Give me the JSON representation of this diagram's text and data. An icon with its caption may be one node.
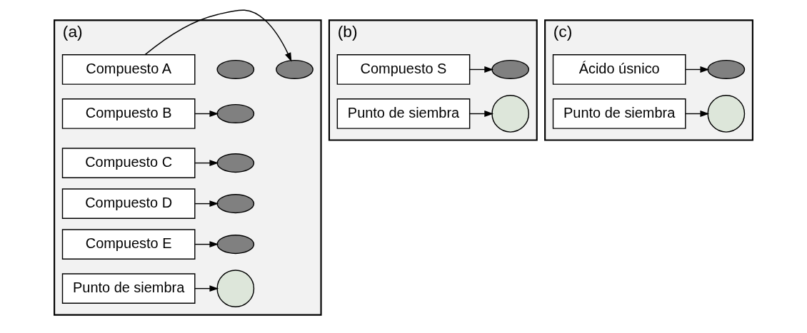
{
  "diagram": {
    "nodes": [
      {
        "text": [
          "(a)"
        ]
      },
      {
        "text": [
          "Compuesto A"
        ],
        "in": 0
      },
      {
        "text": [],
        "shape": "ellipse",
        "in": 0
      },
      {
        "text": [
          "Compuesto B"
        ],
        "in": 0
      },
      {
        "text": [],
        "shape": "ellipse",
        "in": 0
      },
      {
        "text": [],
        "shape": "ellipse",
        "in": 0
      },
      {
        "text": [
          "Compuesto C"
        ],
        "in": 0
      },
      {
        "text": [],
        "shape": "ellipse",
        "in": 0
      },
      {
        "text": [
          "Compuesto D"
        ],
        "in": 0
      },
      {
        "text": [],
        "shape": "ellipse",
        "in": 0
      },
      {
        "text": [
          "Compuesto E"
        ],
        "in": 0
      },
      {
        "text": [],
        "shape": "ellipse",
        "in": 0
      },
      {
        "text": [
          "Punto de siembra"
        ],
        "in": 0
      },
      {
        "text": [],
        "shape": "circle",
        "in": 0
      },
      {
        "text": [
          "(b)"
        ]
      },
      {
        "text": [
          "Compuesto S"
        ],
        "in": 14
      },
      {
        "text": [],
        "shape": "ellipse",
        "in": 14
      },
      {
        "text": [
          "Punto de siembra"
        ],
        "in": 14
      },
      {
        "text": [],
        "shape": "circle",
        "in": 14
      },
      {
        "text": [
          "(c)"
        ]
      },
      {
        "text": [
          "Ácido úsnico"
        ],
        "in": 19
      },
      {
        "text": [],
        "shape": "ellipse",
        "in": 19
      },
      {
        "text": [
          "Punto de siembra"
        ],
        "in": 19
      },
      {
        "text": [],
        "shape": "circle",
        "in": 19
      }
    ],
    "edges": [
      {
        "from": 1,
        "to": 2,
        "arrow": "to"
      },
      {
        "from": 3,
        "to": 5,
        "arrow": "to"
      },
      {
        "from": 6,
        "to": 7,
        "arrow": "to"
      },
      {
        "from": 8,
        "to": 9,
        "arrow": "to"
      },
      {
        "from": 10,
        "to": 11,
        "arrow": "to"
      },
      {
        "from": 12,
        "to": 13,
        "arrow": "to"
      },
      {
        "from": 15,
        "to": 16,
        "arrow": "to"
      },
      {
        "from": 17,
        "to": 18,
        "arrow": "to"
      },
      {
        "from": 20,
        "to": 21,
        "arrow": "to"
      },
      {
        "from": 22,
        "to": 23,
        "arrow": "to"
      }
    ]
  }
}
